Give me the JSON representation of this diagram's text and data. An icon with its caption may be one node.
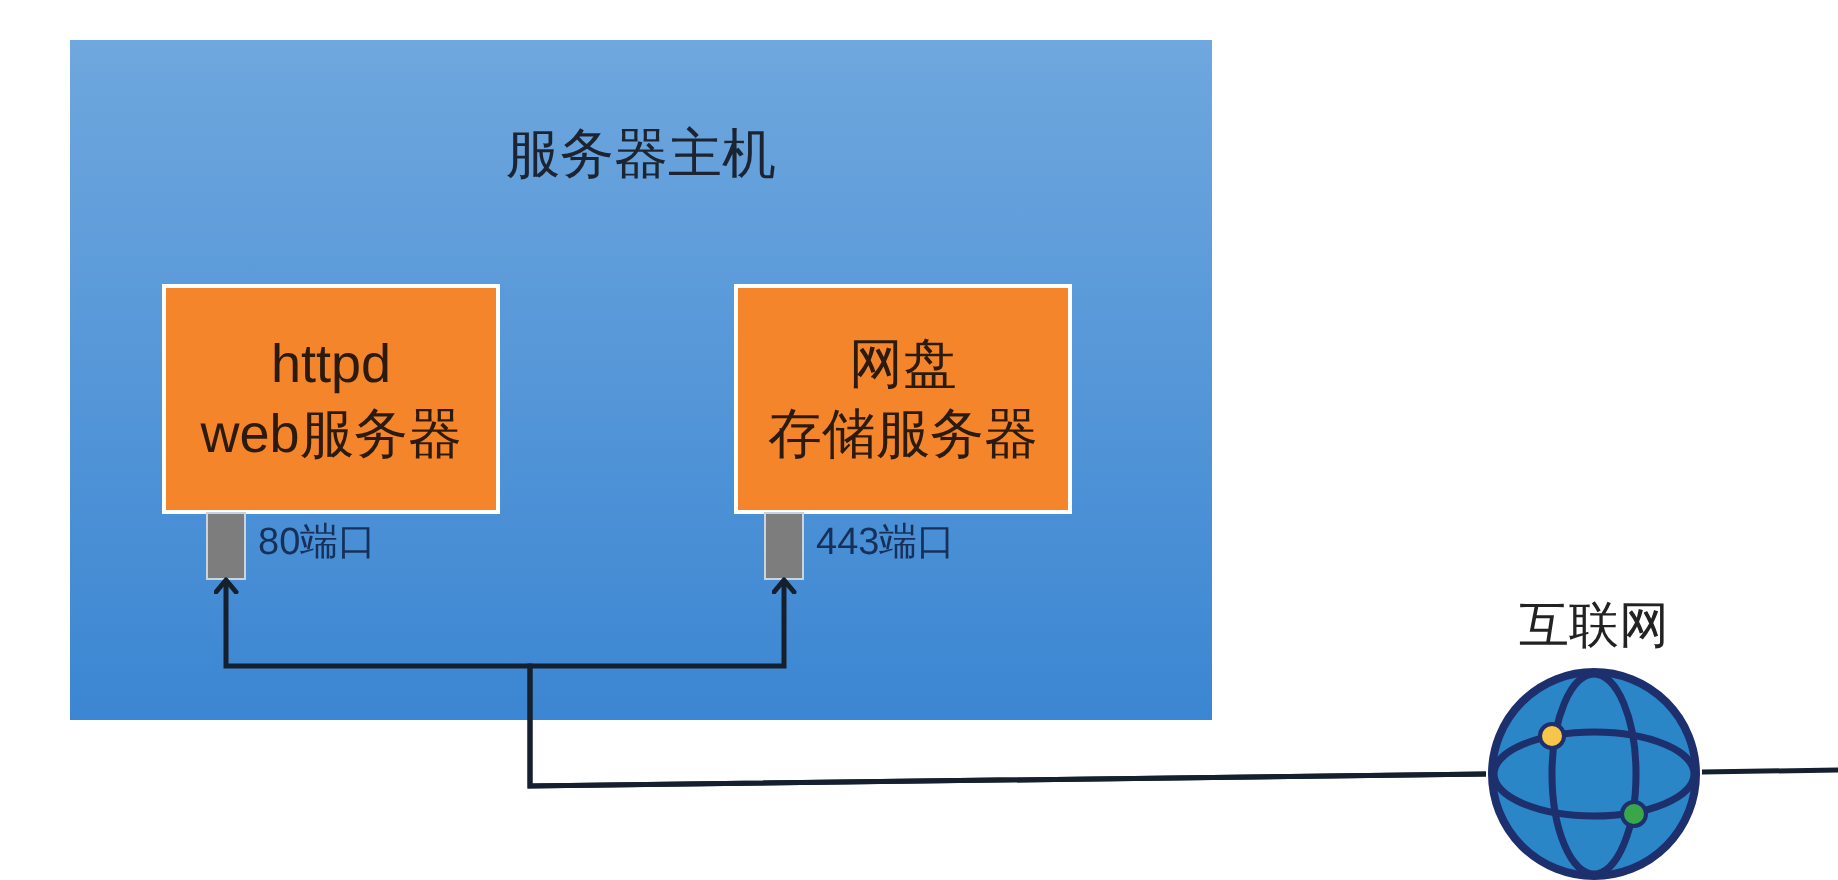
{
  "diagram": {
    "nodes": [
      {
        "text": [
          "服务器主机"
        ]
      },
      {
        "text": [
          "httpd web服务器"
        ],
        "in": 0
      },
      {
        "text": [
          "网盘",
          "存储服务器"
        ],
        "in": 0
      },
      {
        "text": [],
        "shape": "bar",
        "beside": [
          "80端口"
        ],
        "in": 0
      },
      {
        "text": [],
        "shape": "bar",
        "beside": [
          "443端口"
        ],
        "in": 0
      },
      {
        "text": [
          "互联网"
        ]
      }
    ],
    "edges": [
      {
        "from": 5,
        "to": 3,
        "arrow": "to"
      },
      {
        "from": 5,
        "to": 4,
        "arrow": "to"
      },
      {
        "from": 5,
        "to": null,
        "arrow": "none"
      }
    ]
  }
}
